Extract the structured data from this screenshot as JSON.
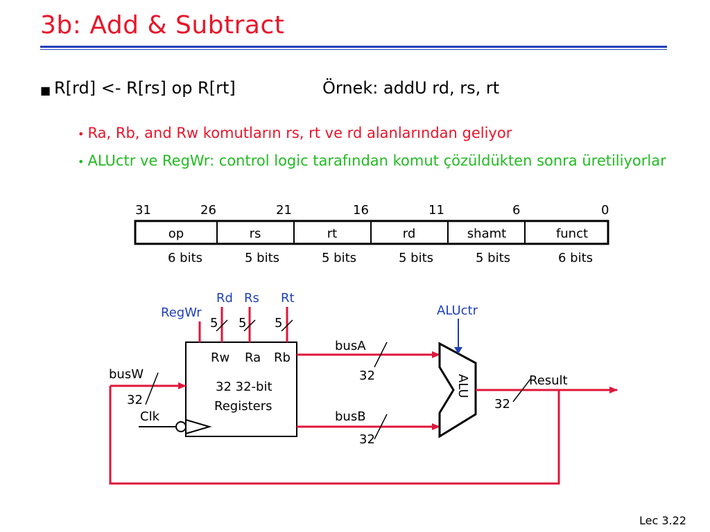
{
  "slide": {
    "title": "3b: Add & Subtract",
    "bullet1": "R[rd] <- R[rs]  op  R[rt]",
    "bullet1_example": "Örnek:   addU  rd, rs, rt",
    "sub_bullet1": "Ra, Rb, and Rw komutların rs, rt ve rd alanlarından geliyor",
    "sub_bullet2": "ALUctr ve RegWr: control logic tarafından komut çözüldükten sonra üretiliyorlar",
    "footer": "Lec 3.22",
    "colors": {
      "title": "#e8152a",
      "rule": "#1f3fb8",
      "red_text": "#e8152a",
      "green_text": "#22bb22",
      "signal_blue": "#1f3fb8",
      "wire_red": "#e0163a"
    }
  },
  "format": {
    "bit_positions": [
      "31",
      "26",
      "21",
      "16",
      "11",
      "6",
      "0"
    ],
    "fields": [
      "op",
      "rs",
      "rt",
      "rd",
      "shamt",
      "funct"
    ],
    "widths": [
      "6 bits",
      "5 bits",
      "5 bits",
      "5 bits",
      "5 bits",
      "6 bits"
    ]
  },
  "datapath": {
    "control_regwr": "RegWr",
    "control_aluctr": "ALUctr",
    "inputs": [
      "Rd",
      "Rs",
      "Rt"
    ],
    "input_widths": [
      "5",
      "5",
      "5"
    ],
    "reg_ports": [
      "Rw",
      "Ra",
      "Rb"
    ],
    "reg_file_line1": "32  32-bit",
    "reg_file_line2": "Registers",
    "busW": "busW",
    "busW_width": "32",
    "clk": "Clk",
    "busA": "busA",
    "busA_width": "32",
    "busB": "busB",
    "busB_width": "32",
    "alu": "ALU",
    "result": "Result",
    "result_width": "32"
  }
}
